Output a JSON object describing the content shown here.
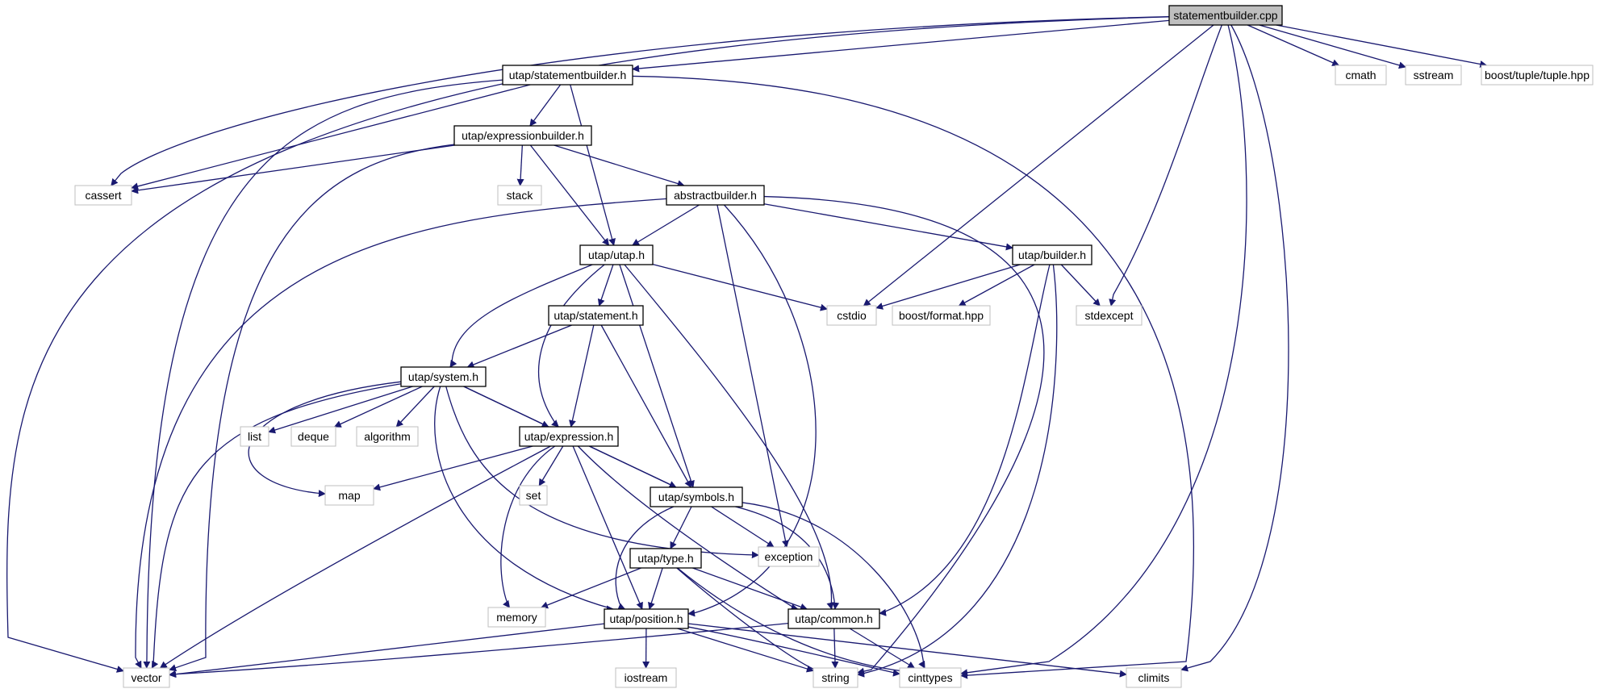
{
  "graph": {
    "root": "statementbuilder.cpp",
    "colors": {
      "edge": "#191970",
      "node_border_defined": "#000000",
      "node_border_system": "#bfbfbf",
      "root_fill": "#bfbfbf",
      "background": "#ffffff"
    },
    "nodes": [
      {
        "id": "statementbuilder_cpp",
        "label": "statementbuilder.cpp",
        "kind": "root"
      },
      {
        "id": "utap_statementbuilder_h",
        "label": "utap/statementbuilder.h",
        "kind": "file"
      },
      {
        "id": "cmath",
        "label": "cmath",
        "kind": "system"
      },
      {
        "id": "sstream",
        "label": "sstream",
        "kind": "system"
      },
      {
        "id": "boost_tuple",
        "label": "boost/tuple/tuple.hpp",
        "kind": "system"
      },
      {
        "id": "utap_expressionbuilder_h",
        "label": "utap/expressionbuilder.h",
        "kind": "file"
      },
      {
        "id": "cassert",
        "label": "cassert",
        "kind": "system"
      },
      {
        "id": "stack",
        "label": "stack",
        "kind": "system"
      },
      {
        "id": "abstractbuilder_h",
        "label": "abstractbuilder.h",
        "kind": "file"
      },
      {
        "id": "utap_utap_h",
        "label": "utap/utap.h",
        "kind": "file"
      },
      {
        "id": "utap_builder_h",
        "label": "utap/builder.h",
        "kind": "file"
      },
      {
        "id": "cstdio",
        "label": "cstdio",
        "kind": "system"
      },
      {
        "id": "boost_format",
        "label": "boost/format.hpp",
        "kind": "system"
      },
      {
        "id": "stdexcept",
        "label": "stdexcept",
        "kind": "system"
      },
      {
        "id": "utap_statement_h",
        "label": "utap/statement.h",
        "kind": "file"
      },
      {
        "id": "utap_system_h",
        "label": "utap/system.h",
        "kind": "file"
      },
      {
        "id": "list",
        "label": "list",
        "kind": "system"
      },
      {
        "id": "deque",
        "label": "deque",
        "kind": "system"
      },
      {
        "id": "algorithm",
        "label": "algorithm",
        "kind": "system"
      },
      {
        "id": "utap_expression_h",
        "label": "utap/expression.h",
        "kind": "file"
      },
      {
        "id": "map",
        "label": "map",
        "kind": "system"
      },
      {
        "id": "set",
        "label": "set",
        "kind": "system"
      },
      {
        "id": "utap_symbols_h",
        "label": "utap/symbols.h",
        "kind": "file"
      },
      {
        "id": "exception",
        "label": "exception",
        "kind": "system"
      },
      {
        "id": "utap_type_h",
        "label": "utap/type.h",
        "kind": "file"
      },
      {
        "id": "memory",
        "label": "memory",
        "kind": "system"
      },
      {
        "id": "utap_position_h",
        "label": "utap/position.h",
        "kind": "file"
      },
      {
        "id": "utap_common_h",
        "label": "utap/common.h",
        "kind": "file"
      },
      {
        "id": "vector",
        "label": "vector",
        "kind": "system"
      },
      {
        "id": "iostream",
        "label": "iostream",
        "kind": "system"
      },
      {
        "id": "string",
        "label": "string",
        "kind": "system"
      },
      {
        "id": "cinttypes",
        "label": "cinttypes",
        "kind": "system"
      },
      {
        "id": "climits",
        "label": "climits",
        "kind": "system"
      }
    ],
    "edges": [
      [
        "statementbuilder_cpp",
        "utap_statementbuilder_h"
      ],
      [
        "statementbuilder_cpp",
        "cassert"
      ],
      [
        "statementbuilder_cpp",
        "cstdio"
      ],
      [
        "statementbuilder_cpp",
        "stdexcept"
      ],
      [
        "statementbuilder_cpp",
        "vector"
      ],
      [
        "statementbuilder_cpp",
        "cinttypes"
      ],
      [
        "statementbuilder_cpp",
        "climits"
      ],
      [
        "statementbuilder_cpp",
        "cmath"
      ],
      [
        "statementbuilder_cpp",
        "sstream"
      ],
      [
        "statementbuilder_cpp",
        "boost_tuple"
      ],
      [
        "utap_statementbuilder_h",
        "utap_expressionbuilder_h"
      ],
      [
        "utap_statementbuilder_h",
        "cassert"
      ],
      [
        "utap_statementbuilder_h",
        "utap_utap_h"
      ],
      [
        "utap_statementbuilder_h",
        "vector"
      ],
      [
        "utap_statementbuilder_h",
        "cinttypes"
      ],
      [
        "utap_expressionbuilder_h",
        "cassert"
      ],
      [
        "utap_expressionbuilder_h",
        "stack"
      ],
      [
        "utap_expressionbuilder_h",
        "abstractbuilder_h"
      ],
      [
        "utap_expressionbuilder_h",
        "utap_utap_h"
      ],
      [
        "utap_expressionbuilder_h",
        "vector"
      ],
      [
        "abstractbuilder_h",
        "utap_utap_h"
      ],
      [
        "abstractbuilder_h",
        "utap_builder_h"
      ],
      [
        "abstractbuilder_h",
        "vector"
      ],
      [
        "abstractbuilder_h",
        "exception"
      ],
      [
        "abstractbuilder_h",
        "utap_position_h"
      ],
      [
        "abstractbuilder_h",
        "string"
      ],
      [
        "utap_utap_h",
        "cstdio"
      ],
      [
        "utap_utap_h",
        "utap_statement_h"
      ],
      [
        "utap_utap_h",
        "utap_system_h"
      ],
      [
        "utap_utap_h",
        "utap_expression_h"
      ],
      [
        "utap_utap_h",
        "utap_symbols_h"
      ],
      [
        "utap_utap_h",
        "utap_common_h"
      ],
      [
        "utap_builder_h",
        "cstdio"
      ],
      [
        "utap_builder_h",
        "boost_format"
      ],
      [
        "utap_builder_h",
        "stdexcept"
      ],
      [
        "utap_builder_h",
        "utap_common_h"
      ],
      [
        "utap_builder_h",
        "string"
      ],
      [
        "utap_statement_h",
        "utap_system_h"
      ],
      [
        "utap_statement_h",
        "utap_expression_h"
      ],
      [
        "utap_statement_h",
        "utap_symbols_h"
      ],
      [
        "utap_system_h",
        "list"
      ],
      [
        "utap_system_h",
        "deque"
      ],
      [
        "utap_system_h",
        "algorithm"
      ],
      [
        "utap_system_h",
        "utap_expression_h"
      ],
      [
        "utap_system_h",
        "utap_symbols_h"
      ],
      [
        "utap_system_h",
        "map"
      ],
      [
        "utap_system_h",
        "vector"
      ],
      [
        "utap_system_h",
        "exception"
      ],
      [
        "utap_system_h",
        "utap_position_h"
      ],
      [
        "utap_expression_h",
        "map"
      ],
      [
        "utap_expression_h",
        "set"
      ],
      [
        "utap_expression_h",
        "utap_symbols_h"
      ],
      [
        "utap_expression_h",
        "memory"
      ],
      [
        "utap_expression_h",
        "utap_position_h"
      ],
      [
        "utap_expression_h",
        "utap_common_h"
      ],
      [
        "utap_expression_h",
        "vector"
      ],
      [
        "utap_symbols_h",
        "utap_type_h"
      ],
      [
        "utap_symbols_h",
        "exception"
      ],
      [
        "utap_symbols_h",
        "utap_position_h"
      ],
      [
        "utap_symbols_h",
        "utap_common_h"
      ],
      [
        "utap_symbols_h",
        "cinttypes"
      ],
      [
        "utap_type_h",
        "memory"
      ],
      [
        "utap_type_h",
        "utap_position_h"
      ],
      [
        "utap_type_h",
        "utap_common_h"
      ],
      [
        "utap_type_h",
        "string"
      ],
      [
        "utap_type_h",
        "cinttypes"
      ],
      [
        "utap_position_h",
        "vector"
      ],
      [
        "utap_position_h",
        "iostream"
      ],
      [
        "utap_position_h",
        "string"
      ],
      [
        "utap_position_h",
        "cinttypes"
      ],
      [
        "utap_position_h",
        "climits"
      ],
      [
        "utap_common_h",
        "vector"
      ],
      [
        "utap_common_h",
        "string"
      ],
      [
        "utap_common_h",
        "cinttypes"
      ]
    ]
  }
}
